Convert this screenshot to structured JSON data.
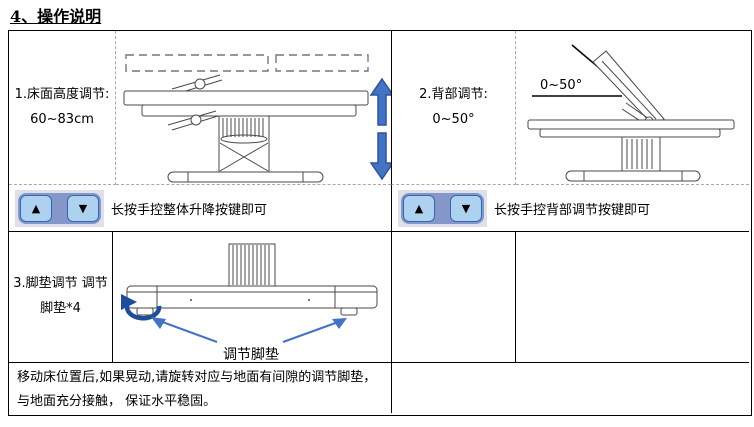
{
  "title": "4、操作说明",
  "height_section": {
    "label": "1.床面高度调节:",
    "range": "60~83cm",
    "instruction": "长按手控整体升降按键即可"
  },
  "back_section": {
    "label": "2.背部调节:",
    "range": "0~50°",
    "angle_annotation": "0~50°",
    "instruction": "长按手控背部调节按键即可"
  },
  "footpad_section": {
    "label": "3.脚垫调节 调节脚垫*4",
    "callout": "调节脚垫",
    "note": "移动床位置后,如果晃动,请旋转对应与地面有间隙的调节脚垫，与地面充分接触， 保证水平稳固。"
  },
  "hand_control": {
    "up_icon": "▲",
    "down_icon": "▼"
  },
  "colors": {
    "arrow_blue": "#4472C4",
    "arrow_dark_blue": "#2F5496",
    "rotation_arrow_blue": "#1F4E99",
    "button_face": "#AFD1F0",
    "button_border": "#2E69B0",
    "pill_background": "#8596CA",
    "widget_background": "#DEE0EA"
  }
}
